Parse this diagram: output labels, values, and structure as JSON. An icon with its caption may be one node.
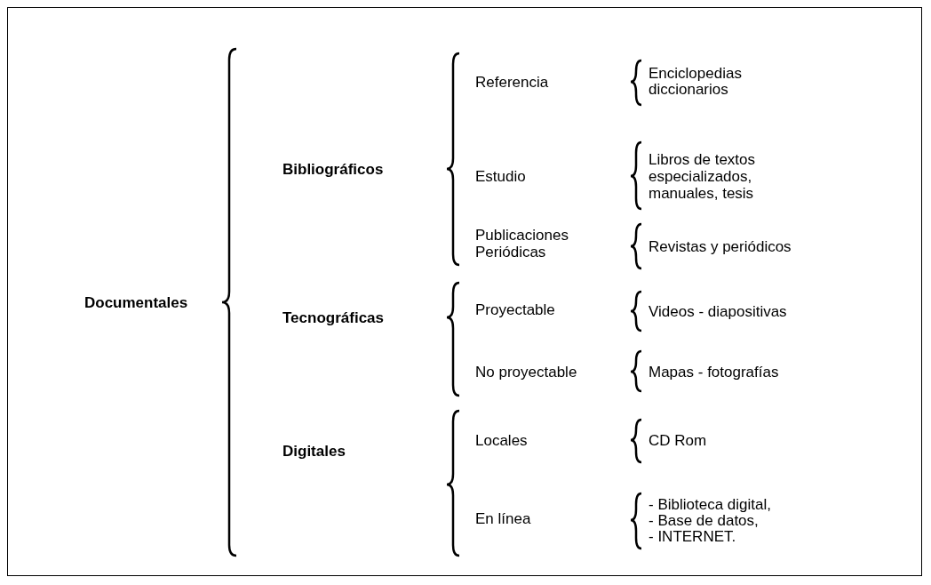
{
  "diagram": {
    "labels": [
      "Documentales",
      "Bibliográficos",
      "Referencia",
      "Enciclopedias",
      "diccionarios",
      "Estudio",
      "Libros de textos especializados, manuales, tesis",
      "Publicaciones Periódicas",
      "Revistas y periódicos",
      "Tecnográficas",
      "Proyectable",
      "Videos - diapositivas",
      "No proyectable",
      "Mapas - fotografías",
      "Digitales",
      "Locales",
      "CD Rom",
      "En línea",
      "- Biblioteca digital,",
      "- Base de datos,",
      "- INTERNET."
    ]
  }
}
